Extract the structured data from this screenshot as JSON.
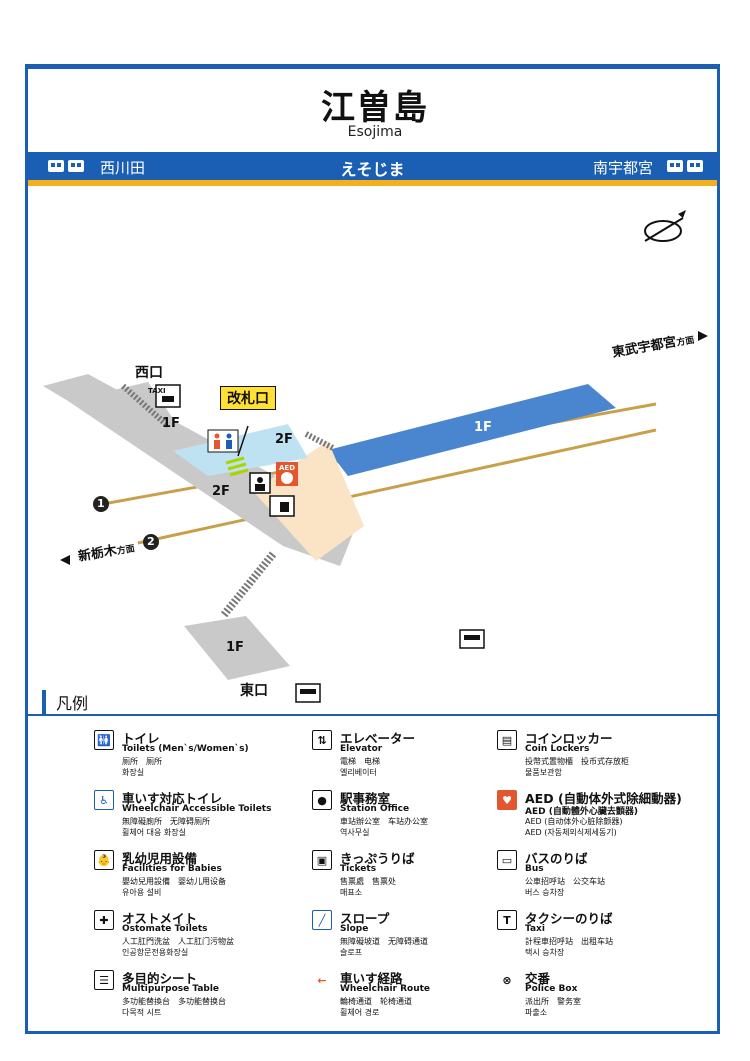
{
  "station": {
    "name_ja": "江曽島",
    "name_en": "Esojima",
    "name_kana": "えそじま",
    "prev_station": "西川田",
    "next_station": "南宇都宮"
  },
  "map": {
    "west_exit": "西口",
    "east_exit": "東口",
    "ticket_gate": "改札口",
    "floor_1f": "1F",
    "floor_2f": "2F",
    "direction_east": "東武宇都宮",
    "direction_east_suffix": "方面",
    "direction_west": "新栃木",
    "direction_west_suffix": "方面",
    "track_1": "1",
    "track_2": "2",
    "taxi_label": "TAXI",
    "aed_label": "AED"
  },
  "colors": {
    "brand_blue": "#1a5fb4",
    "accent_orange": "#f2b01e",
    "platform_blue": "#4a86cf",
    "concourse_peach": "#fbe3c6",
    "gate_yellow": "#ffe033",
    "track_gold": "#c9a04a",
    "gray_floor": "#c9c9c9",
    "aed_red": "#e4572e"
  },
  "legend": {
    "title": "凡例",
    "items": [
      {
        "icon": "toilet-icon",
        "ja": "トイレ",
        "en": "Toilets (Men`s/Women`s)",
        "zh": "厕所　厕所",
        "ko": "화장실"
      },
      {
        "icon": "wheelchair-toilet-icon",
        "ja": "車いす対応トイレ",
        "en": "Wheelchair Accessible Toilets",
        "zh": "無障礙廁所　无障碍厕所",
        "ko": "휠체어 대응 화장실"
      },
      {
        "icon": "baby-icon",
        "ja": "乳幼児用設備",
        "en": "Facilities for Babies",
        "zh": "嬰幼兒用設備　婴幼儿用设备",
        "ko": "유아용 설비"
      },
      {
        "icon": "ostomate-icon",
        "ja": "オストメイト",
        "en": "Ostomate Toilets",
        "zh": "人工肛門洗盆　人工肛门污物盆",
        "ko": "인공항문전용화장실"
      },
      {
        "icon": "multipurpose-table-icon",
        "ja": "多目的シート",
        "en": "Multipurpose Table",
        "zh": "多功能替換台　多功能替换台",
        "ko": "다목적 시트"
      },
      {
        "icon": "elevator-icon",
        "ja": "エレベーター",
        "en": "Elevator",
        "zh": "電梯　电梯",
        "ko": "엘리베이터"
      },
      {
        "icon": "station-office-icon",
        "ja": "駅事務室",
        "en": "Station Office",
        "zh": "車站辦公室　车站办公室",
        "ko": "역사무실"
      },
      {
        "icon": "ticket-icon",
        "ja": "きっぷうりば",
        "en": "Tickets",
        "zh": "售票處　售票处",
        "ko": "매표소"
      },
      {
        "icon": "slope-icon",
        "ja": "スロープ",
        "en": "Slope",
        "zh": "無障礙坡道　无障碍通道",
        "ko": "슬로프"
      },
      {
        "icon": "wheelchair-route-icon",
        "ja": "車いす経路",
        "en": "Wheelchair Route",
        "zh": "輪椅通道　轮椅通道",
        "ko": "휠체어 경로"
      },
      {
        "icon": "coin-locker-icon",
        "ja": "コインロッカー",
        "en": "Coin Lockers",
        "zh": "投幣式置物櫃　投币式存放柜",
        "ko": "물품보관함"
      },
      {
        "icon": "aed-icon",
        "ja": "AED (自動体外式除細動器)",
        "en": "AED (自動體外心臟去顫器)",
        "zh": "AED (自动体外心脏除颤器)",
        "ko": "AED (자동체외식제세동기)"
      },
      {
        "icon": "bus-icon",
        "ja": "バスのりば",
        "en": "Bus",
        "zh": "公車招呼站　公交车站",
        "ko": "버스 승차장"
      },
      {
        "icon": "taxi-icon",
        "ja": "タクシーのりば",
        "en": "Taxi",
        "zh": "計程車招呼站　出租车站",
        "ko": "택시 승차장"
      },
      {
        "icon": "police-box-icon",
        "ja": "交番",
        "en": "Police Box",
        "zh": "派出所　警务室",
        "ko": "파출소"
      }
    ]
  }
}
